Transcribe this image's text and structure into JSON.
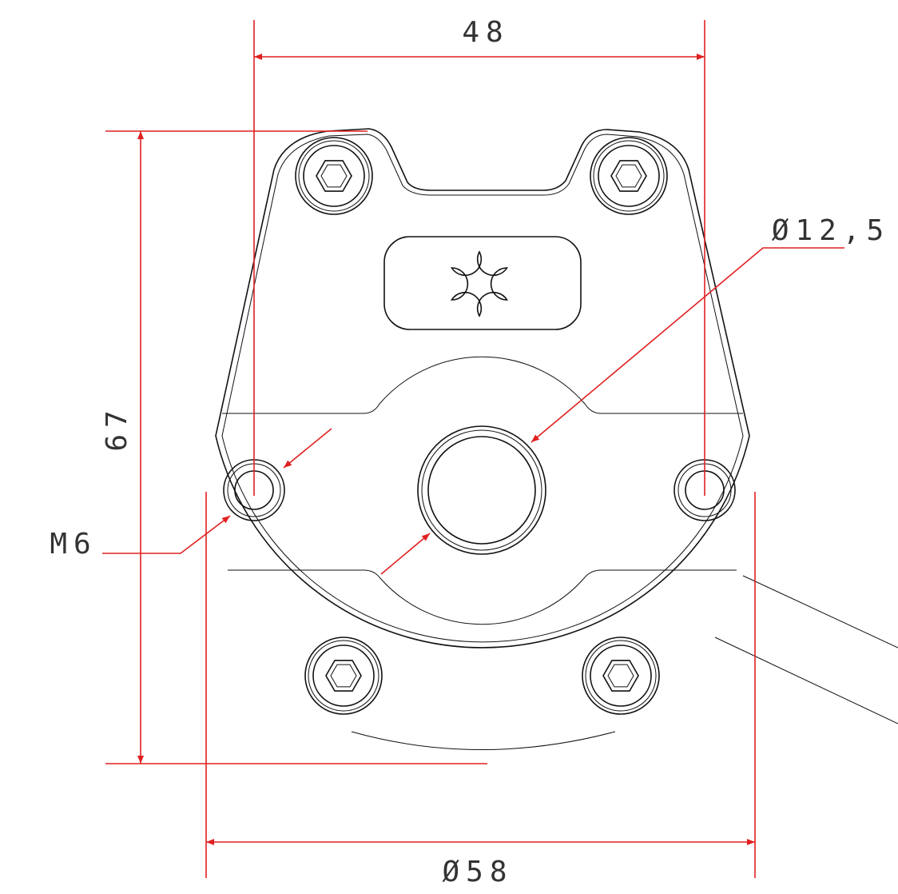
{
  "dimensions": {
    "width_top": "48",
    "height_left": "67",
    "center_bore": "Ø12,5",
    "thread": "M6",
    "diameter_bottom": "Ø58"
  },
  "colors": {
    "dimension": "#e02020",
    "outline": "#111111",
    "text": "#333333"
  }
}
